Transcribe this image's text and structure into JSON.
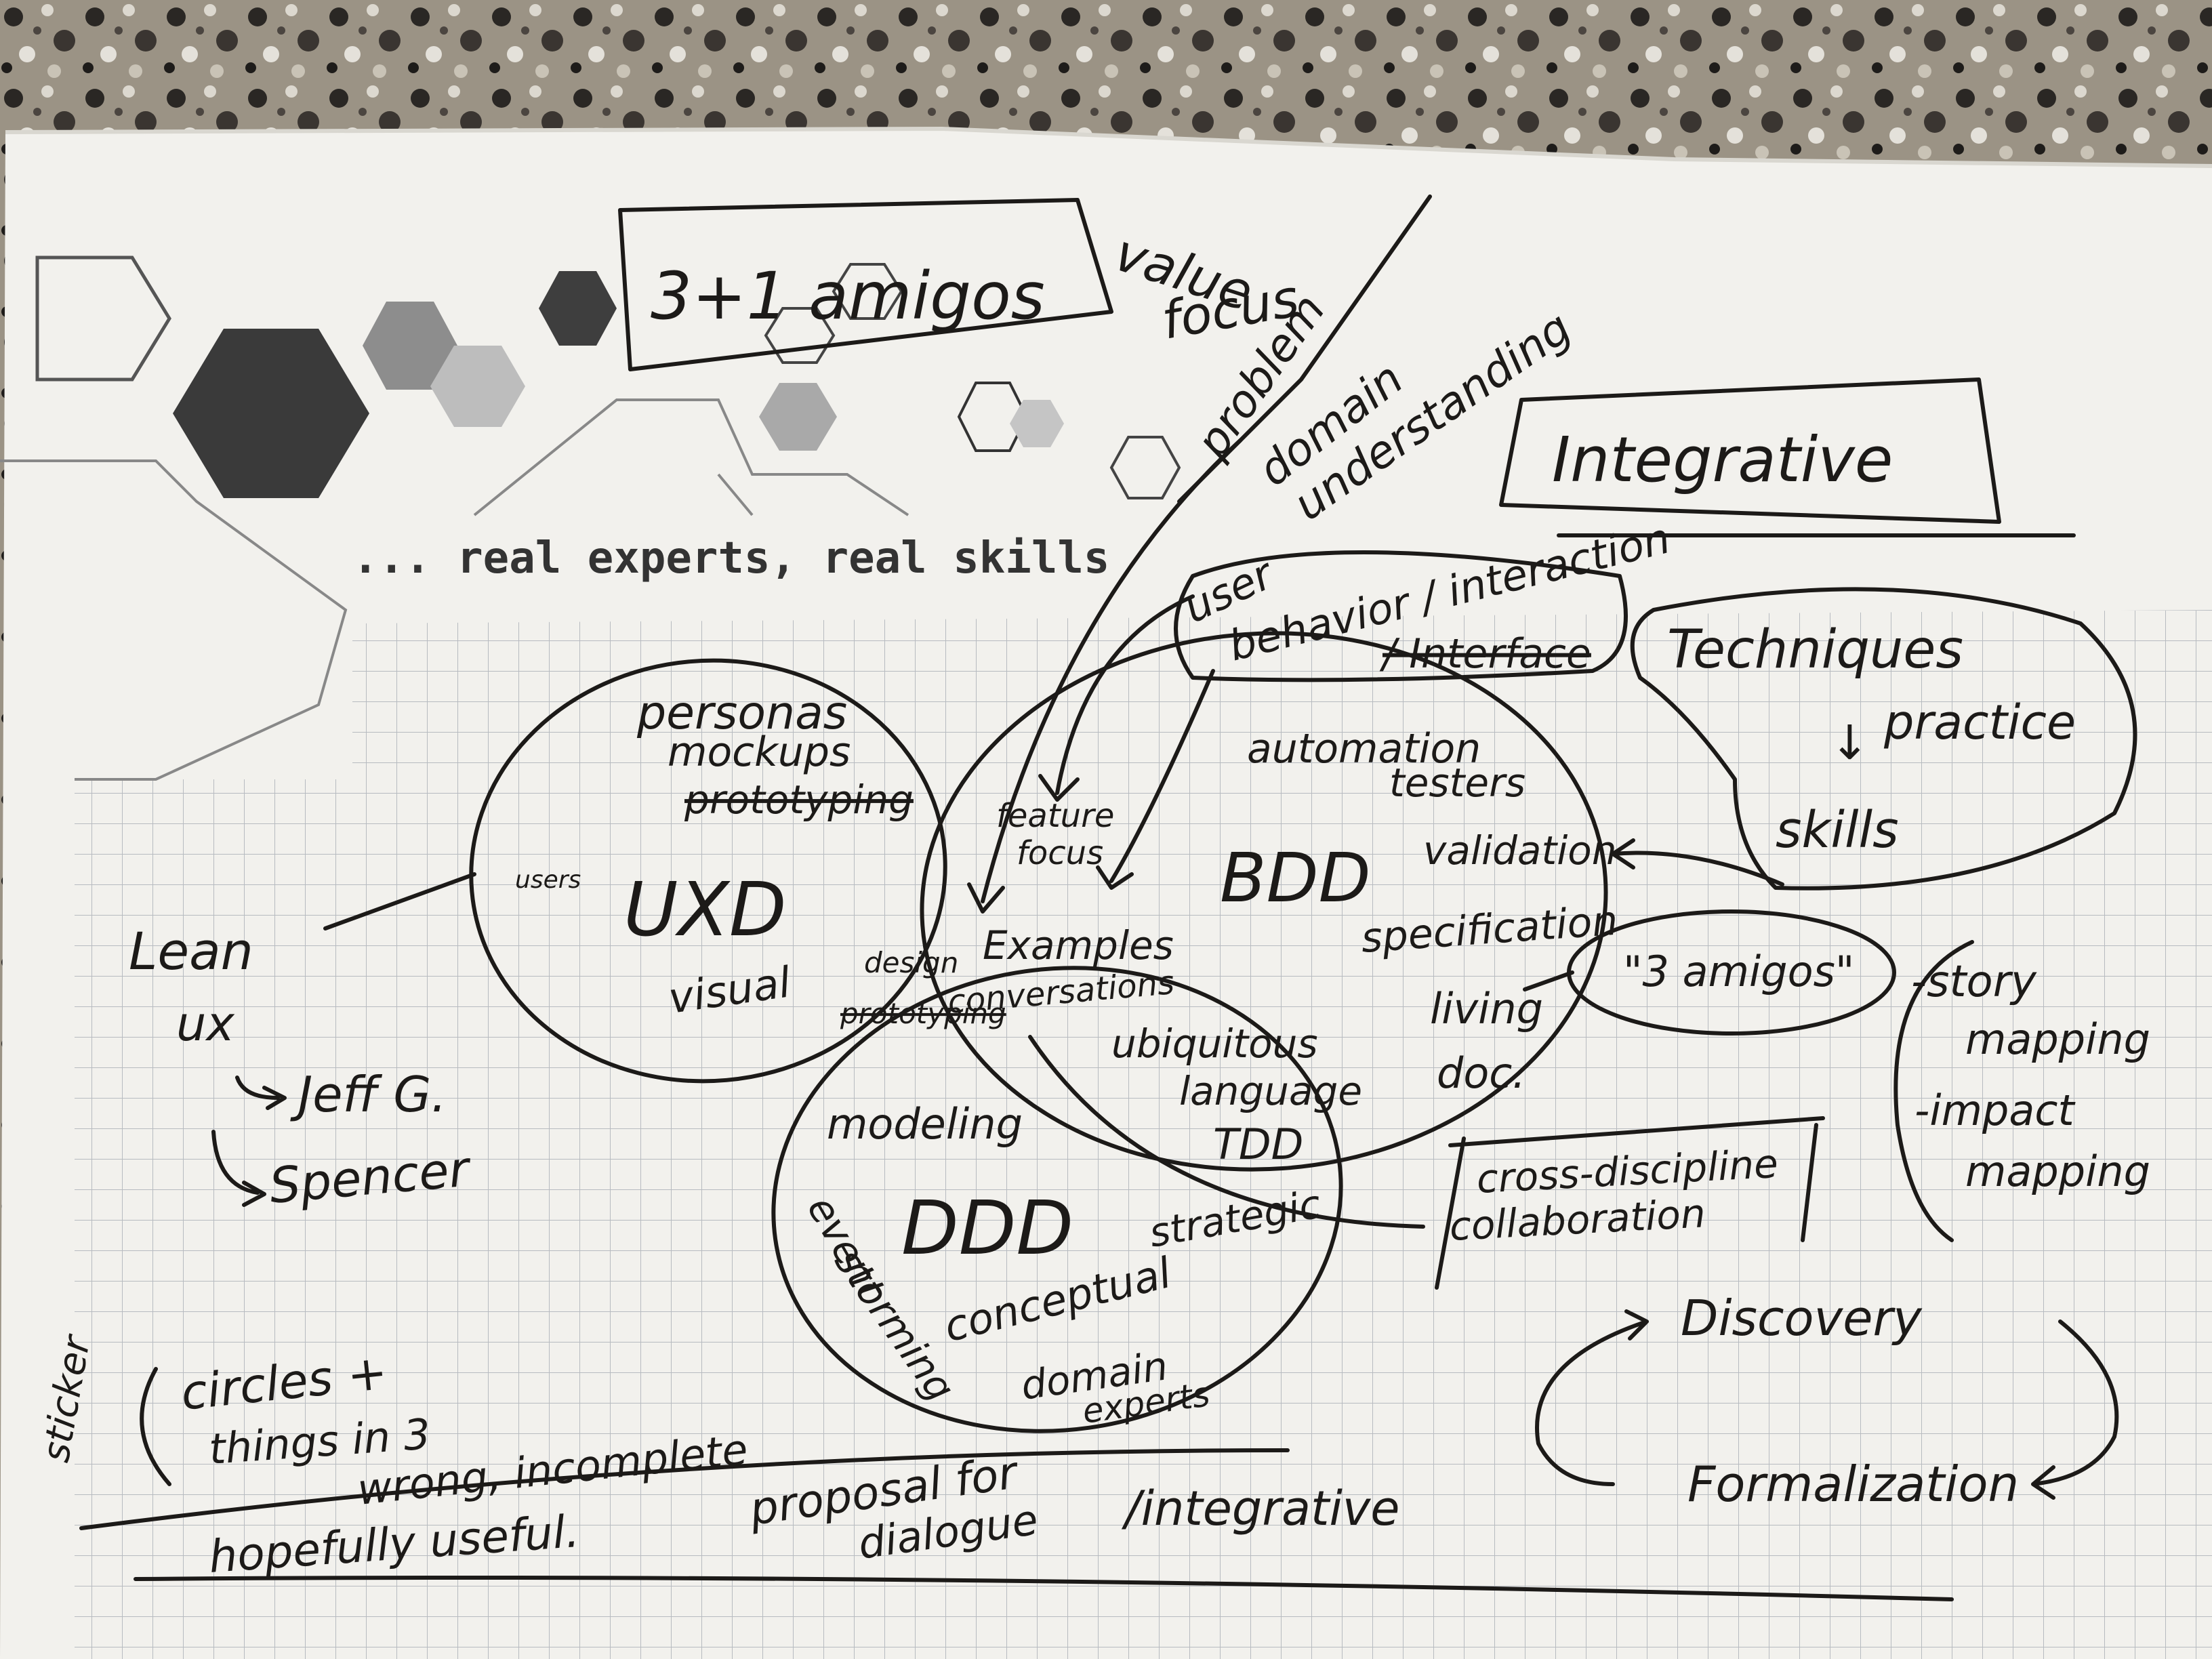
{
  "photo": {
    "background": "#8a8275",
    "paper": "#f1f0ec",
    "grid": "#b9bcc0",
    "ink": "#1c1a18"
  },
  "printed": {
    "tagline": "... real experts, real skills"
  },
  "sketch": {
    "title_box": "3+1 amigos",
    "value_focus": [
      "value",
      "focus"
    ],
    "problem_domain": [
      "problem",
      "domain",
      "understanding"
    ],
    "integrative_box": "Integrative",
    "user_box": [
      "user",
      "behavior / interaction",
      "/ Interface"
    ],
    "techniques_blob": [
      "Techniques",
      "practice",
      "skills"
    ],
    "uxd": {
      "label": "UXD",
      "items": [
        "personas",
        "mockups",
        "prototyping",
        "users",
        "visual"
      ]
    },
    "bdd": {
      "label": "BDD",
      "items": [
        "automation",
        "testers",
        "validation",
        "specification",
        "living",
        "doc."
      ]
    },
    "ddd": {
      "label": "DDD",
      "items": [
        "modeling",
        "event",
        "storming",
        "conceptual",
        "strategic",
        "domain",
        "experts"
      ]
    },
    "overlap": {
      "feature_focus": [
        "feature",
        "focus"
      ],
      "design_prototyping": [
        "design",
        "prototyping"
      ],
      "examples": "Examples",
      "conversations": "conversations",
      "ubiquitous": [
        "ubiquitous",
        "language",
        "TDD"
      ]
    },
    "three_amigos": "\"3 amigos\"",
    "story_mapping": [
      "-story",
      "mapping",
      "-impact",
      "mapping"
    ],
    "cross_discipline": [
      "cross-discipline",
      "collaboration"
    ],
    "lean": {
      "label": [
        "Lean",
        "ux"
      ],
      "jeff": "Jeff G.",
      "spencer": "Spencer"
    },
    "sticker": "sticker",
    "circles": [
      "circles +",
      "things in 3"
    ],
    "footer": {
      "wrong": "wrong, incomplete",
      "useful": "hopefully useful.",
      "proposal": [
        "proposal for",
        "dialogue"
      ],
      "integrative": "/integrative"
    },
    "discovery": "Discovery",
    "formalization": "Formalization"
  }
}
